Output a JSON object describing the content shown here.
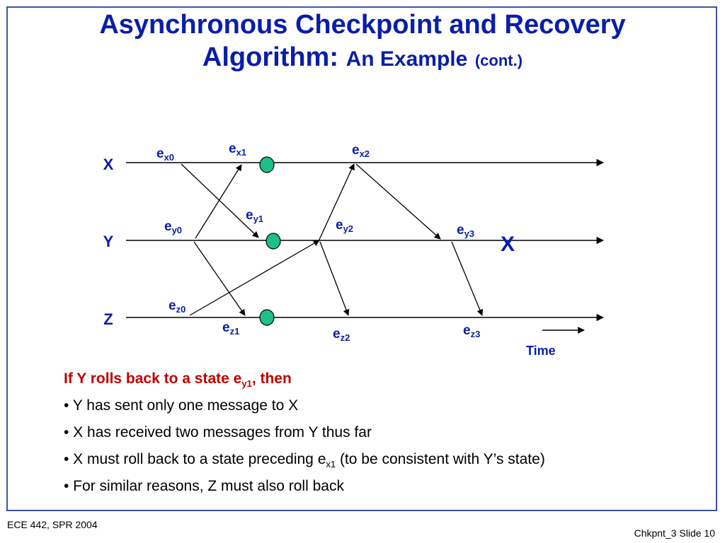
{
  "title": {
    "line1": "Asynchronous Checkpoint and Recovery",
    "line2_main": "Algorithm:",
    "line2_mid": "An Example",
    "line2_small": "(cont.)"
  },
  "diagram": {
    "processes": [
      "X",
      "Y",
      "Z"
    ],
    "events": {
      "ex0": {
        "base": "e",
        "sub": "x0"
      },
      "ex1": {
        "base": "e",
        "sub": "x1"
      },
      "ex2": {
        "base": "e",
        "sub": "x2"
      },
      "ey0": {
        "base": "e",
        "sub": "y0"
      },
      "ey1": {
        "base": "e",
        "sub": "y1"
      },
      "ey2": {
        "base": "e",
        "sub": "y2"
      },
      "ey3": {
        "base": "e",
        "sub": "y3"
      },
      "ez0": {
        "base": "e",
        "sub": "z0"
      },
      "ez1": {
        "base": "e",
        "sub": "z1"
      },
      "ez2": {
        "base": "e",
        "sub": "z2"
      },
      "ez3": {
        "base": "e",
        "sub": "z3"
      }
    },
    "failure_mark": "X",
    "time_label": "Time",
    "checkpoint_color": "#1fbf8a",
    "label_color": "#0a1ea8"
  },
  "text": {
    "lead_pre": "If Y rolls back to a state e",
    "lead_sub": "y1",
    "lead_post": ", then",
    "bullet1": "• Y has sent only one message to X",
    "bullet2": "• X has received two messages from Y thus far",
    "bullet3_pre": "• X must roll back to a state preceding e",
    "bullet3_sub": "x1",
    "bullet3_post": " (to be consistent with Y’s state)",
    "bullet4": "• For similar reasons, Z must also roll back"
  },
  "footer": {
    "left": "ECE 442, SPR 2004",
    "right": "Chkpnt_3 Slide 10"
  }
}
